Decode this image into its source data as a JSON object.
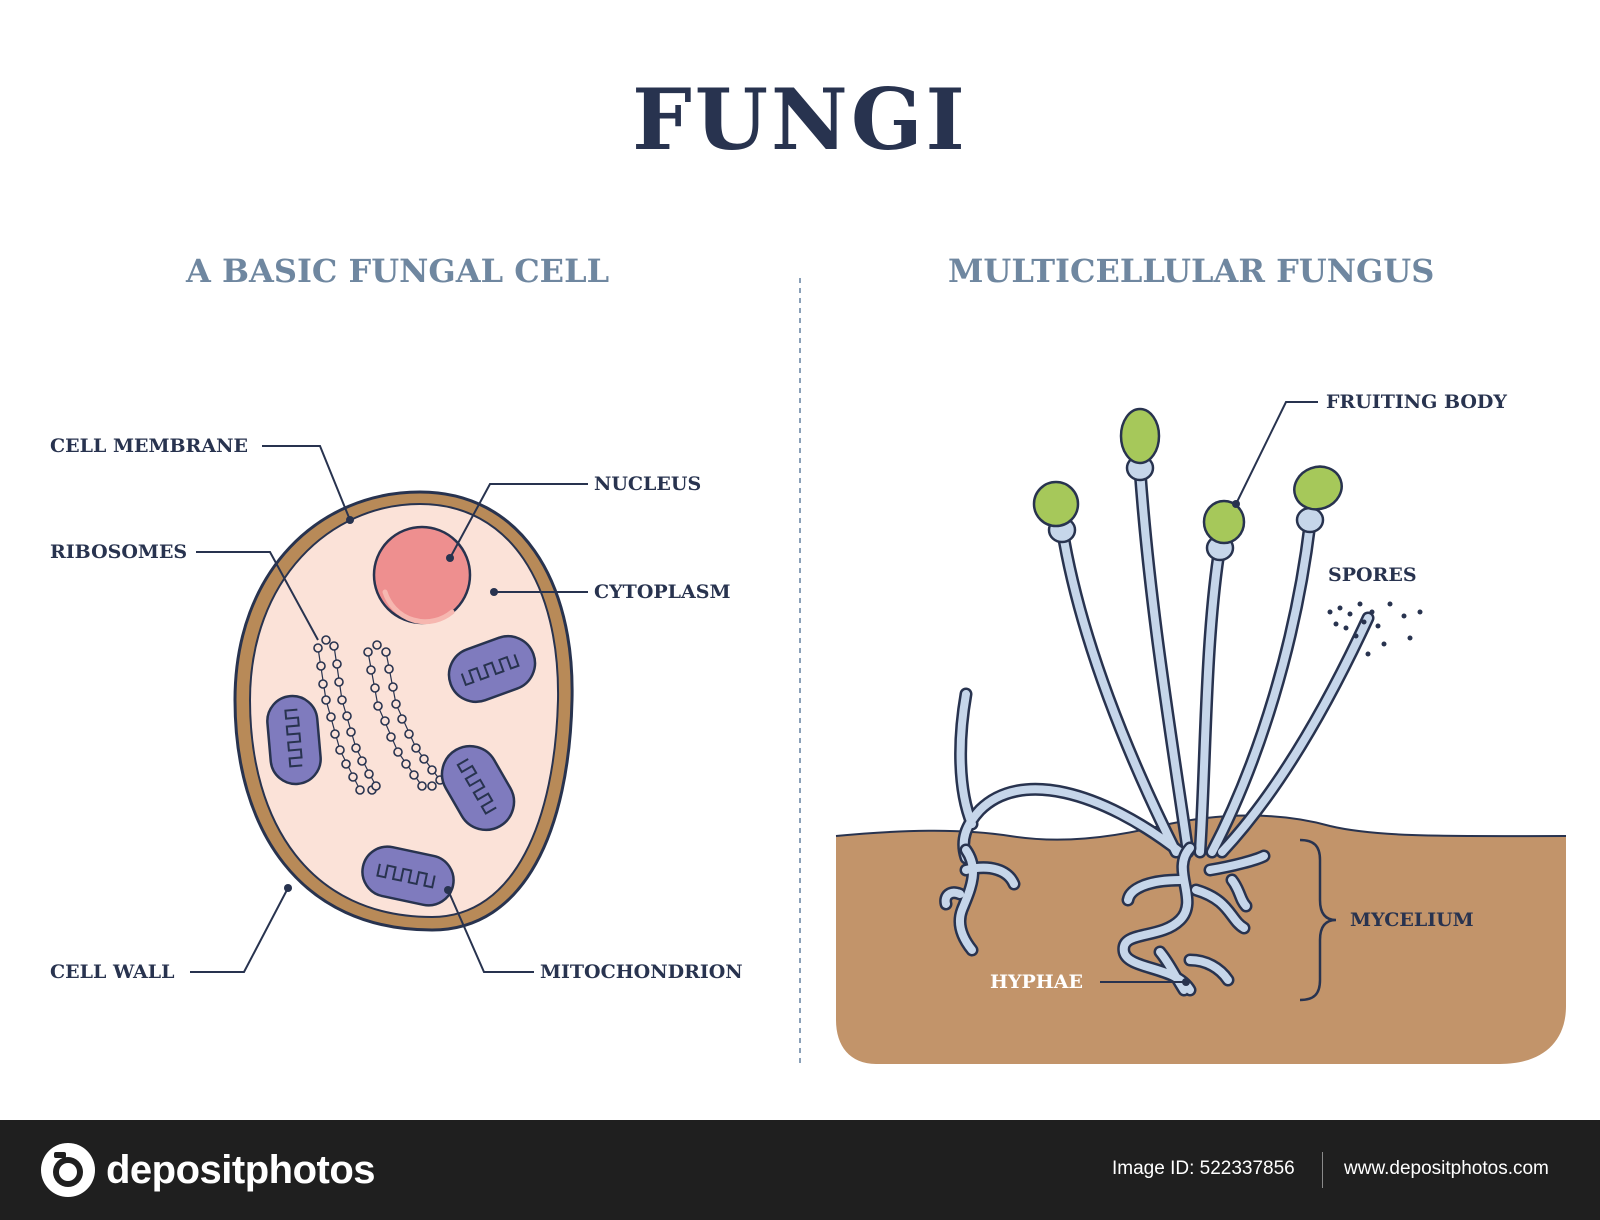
{
  "title": "FUNGI",
  "left_panel": {
    "heading": "A BASIC FUNGAL CELL",
    "labels": {
      "cell_membrane": "CELL MEMBRANE",
      "ribosomes": "RIBOSOMES",
      "nucleus": "NUCLEUS",
      "cytoplasm": "CYTOPLASM",
      "cell_wall": "CELL WALL",
      "mitochondrion": "MITOCHONDRION"
    }
  },
  "right_panel": {
    "heading": "MULTICELLULAR FUNGUS",
    "labels": {
      "fruiting_body": "FRUITING BODY",
      "spores": "SPORES",
      "mycelium": "MYCELIUM",
      "hyphae": "HYPHAE"
    }
  },
  "footer": {
    "brand": "depositphotos",
    "image_id": "Image ID: 522337856",
    "url": "www.depositphotos.com"
  },
  "colors": {
    "title": "#28334f",
    "heading": "#6f87a0",
    "cell_wall": "#b88a58",
    "cytoplasm": "#fbe2d8",
    "nucleus": "#ee8f8f",
    "mitochondrion": "#7f7bbe",
    "hypha": "#c6d6ea",
    "spore_head": "#a6c85a",
    "soil": "#c2946a",
    "footer_bg": "#1f1f1f"
  }
}
